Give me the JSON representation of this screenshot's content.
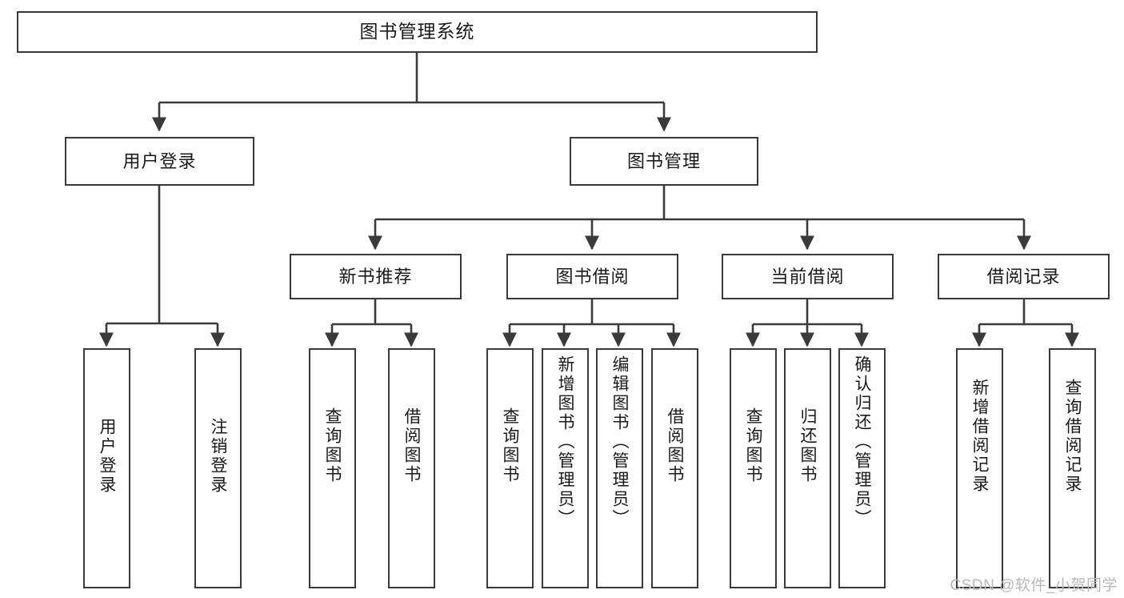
{
  "diagram": {
    "title": "图书管理系统",
    "watermark": "CSDN @软件_小贺同学",
    "line_color": "#3a3a3a",
    "box_fill": "#ffffff",
    "text_color": "#1a1a1a",
    "watermark_color": "#b9b9b9",
    "levels": {
      "root": [
        "图书管理系统"
      ],
      "level2": [
        "用户登录",
        "图书管理"
      ],
      "level3": [
        "新书推荐",
        "图书借阅",
        "当前借阅",
        "借阅记录"
      ],
      "leaves": [
        "用户登录",
        "注销登录",
        "查询图书",
        "借阅图书",
        "查询图书",
        "新增图书（管理员）",
        "编辑图书（管理员）",
        "借阅图书",
        "查询图书",
        "归还图书",
        "确认归还（管理员）",
        "新增借阅记录",
        "查询借阅记录"
      ]
    },
    "nodes": {
      "root": {
        "label": "图书管理系统"
      },
      "user_login": {
        "label": "用户登录"
      },
      "book_manage": {
        "label": "图书管理"
      },
      "new_book_rec": {
        "label": "新书推荐"
      },
      "book_borrow": {
        "label": "图书借阅"
      },
      "current_borrow": {
        "label": "当前借阅"
      },
      "borrow_record": {
        "label": "借阅记录"
      },
      "leaf_user_login": {
        "label": "用户登录"
      },
      "leaf_logout": {
        "label": "注销登录"
      },
      "leaf_query_book_a": {
        "label": "查询图书"
      },
      "leaf_borrow_book_a": {
        "label": "借阅图书"
      },
      "leaf_query_book_b": {
        "label": "查询图书"
      },
      "leaf_add_book": {
        "label": "新增图书（管理员）"
      },
      "leaf_edit_book": {
        "label": "编辑图书（管理员）"
      },
      "leaf_borrow_book_b": {
        "label": "借阅图书"
      },
      "leaf_query_book_c": {
        "label": "查询图书"
      },
      "leaf_return_book": {
        "label": "归还图书"
      },
      "leaf_confirm_return": {
        "label": "确认归还（管理员）"
      },
      "leaf_add_record": {
        "label": "新增借阅记录"
      },
      "leaf_query_record": {
        "label": "查询借阅记录"
      }
    }
  }
}
